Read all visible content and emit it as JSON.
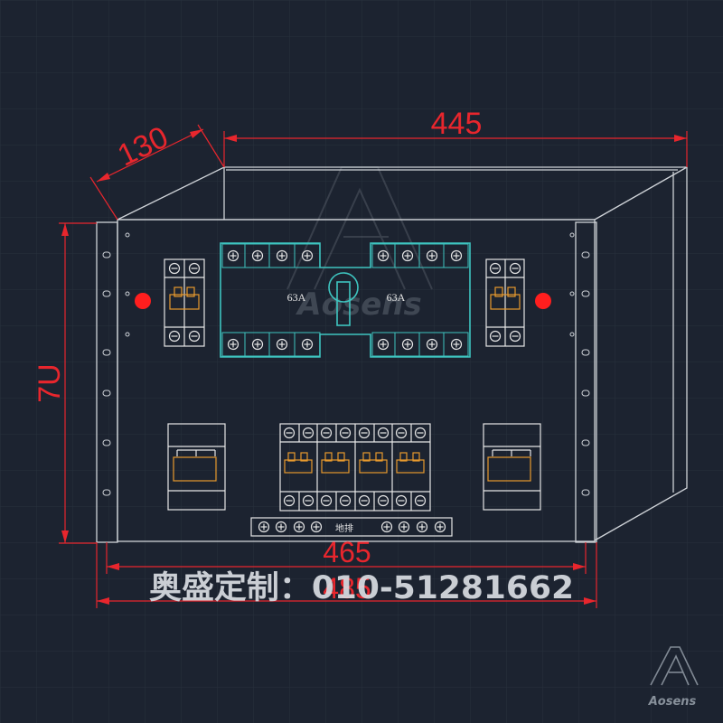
{
  "dimensions": {
    "depth": "130",
    "width_inner": "445",
    "height_units": "7U",
    "width_panel": "465",
    "width_overall": "485"
  },
  "labels": {
    "switch_left": "63A",
    "switch_right": "63A",
    "ground_bar": "地排"
  },
  "watermark": {
    "brand": "Aosens",
    "contact": "奥盛定制：010-51281662",
    "corner_brand": "Aosens"
  },
  "colors": {
    "background": "#1c2330",
    "grid": "#27303d",
    "line": "#cfd3d8",
    "dimension": "#e8262d",
    "switch": "#3ec5c0",
    "indicator": "#ff1e1e"
  }
}
